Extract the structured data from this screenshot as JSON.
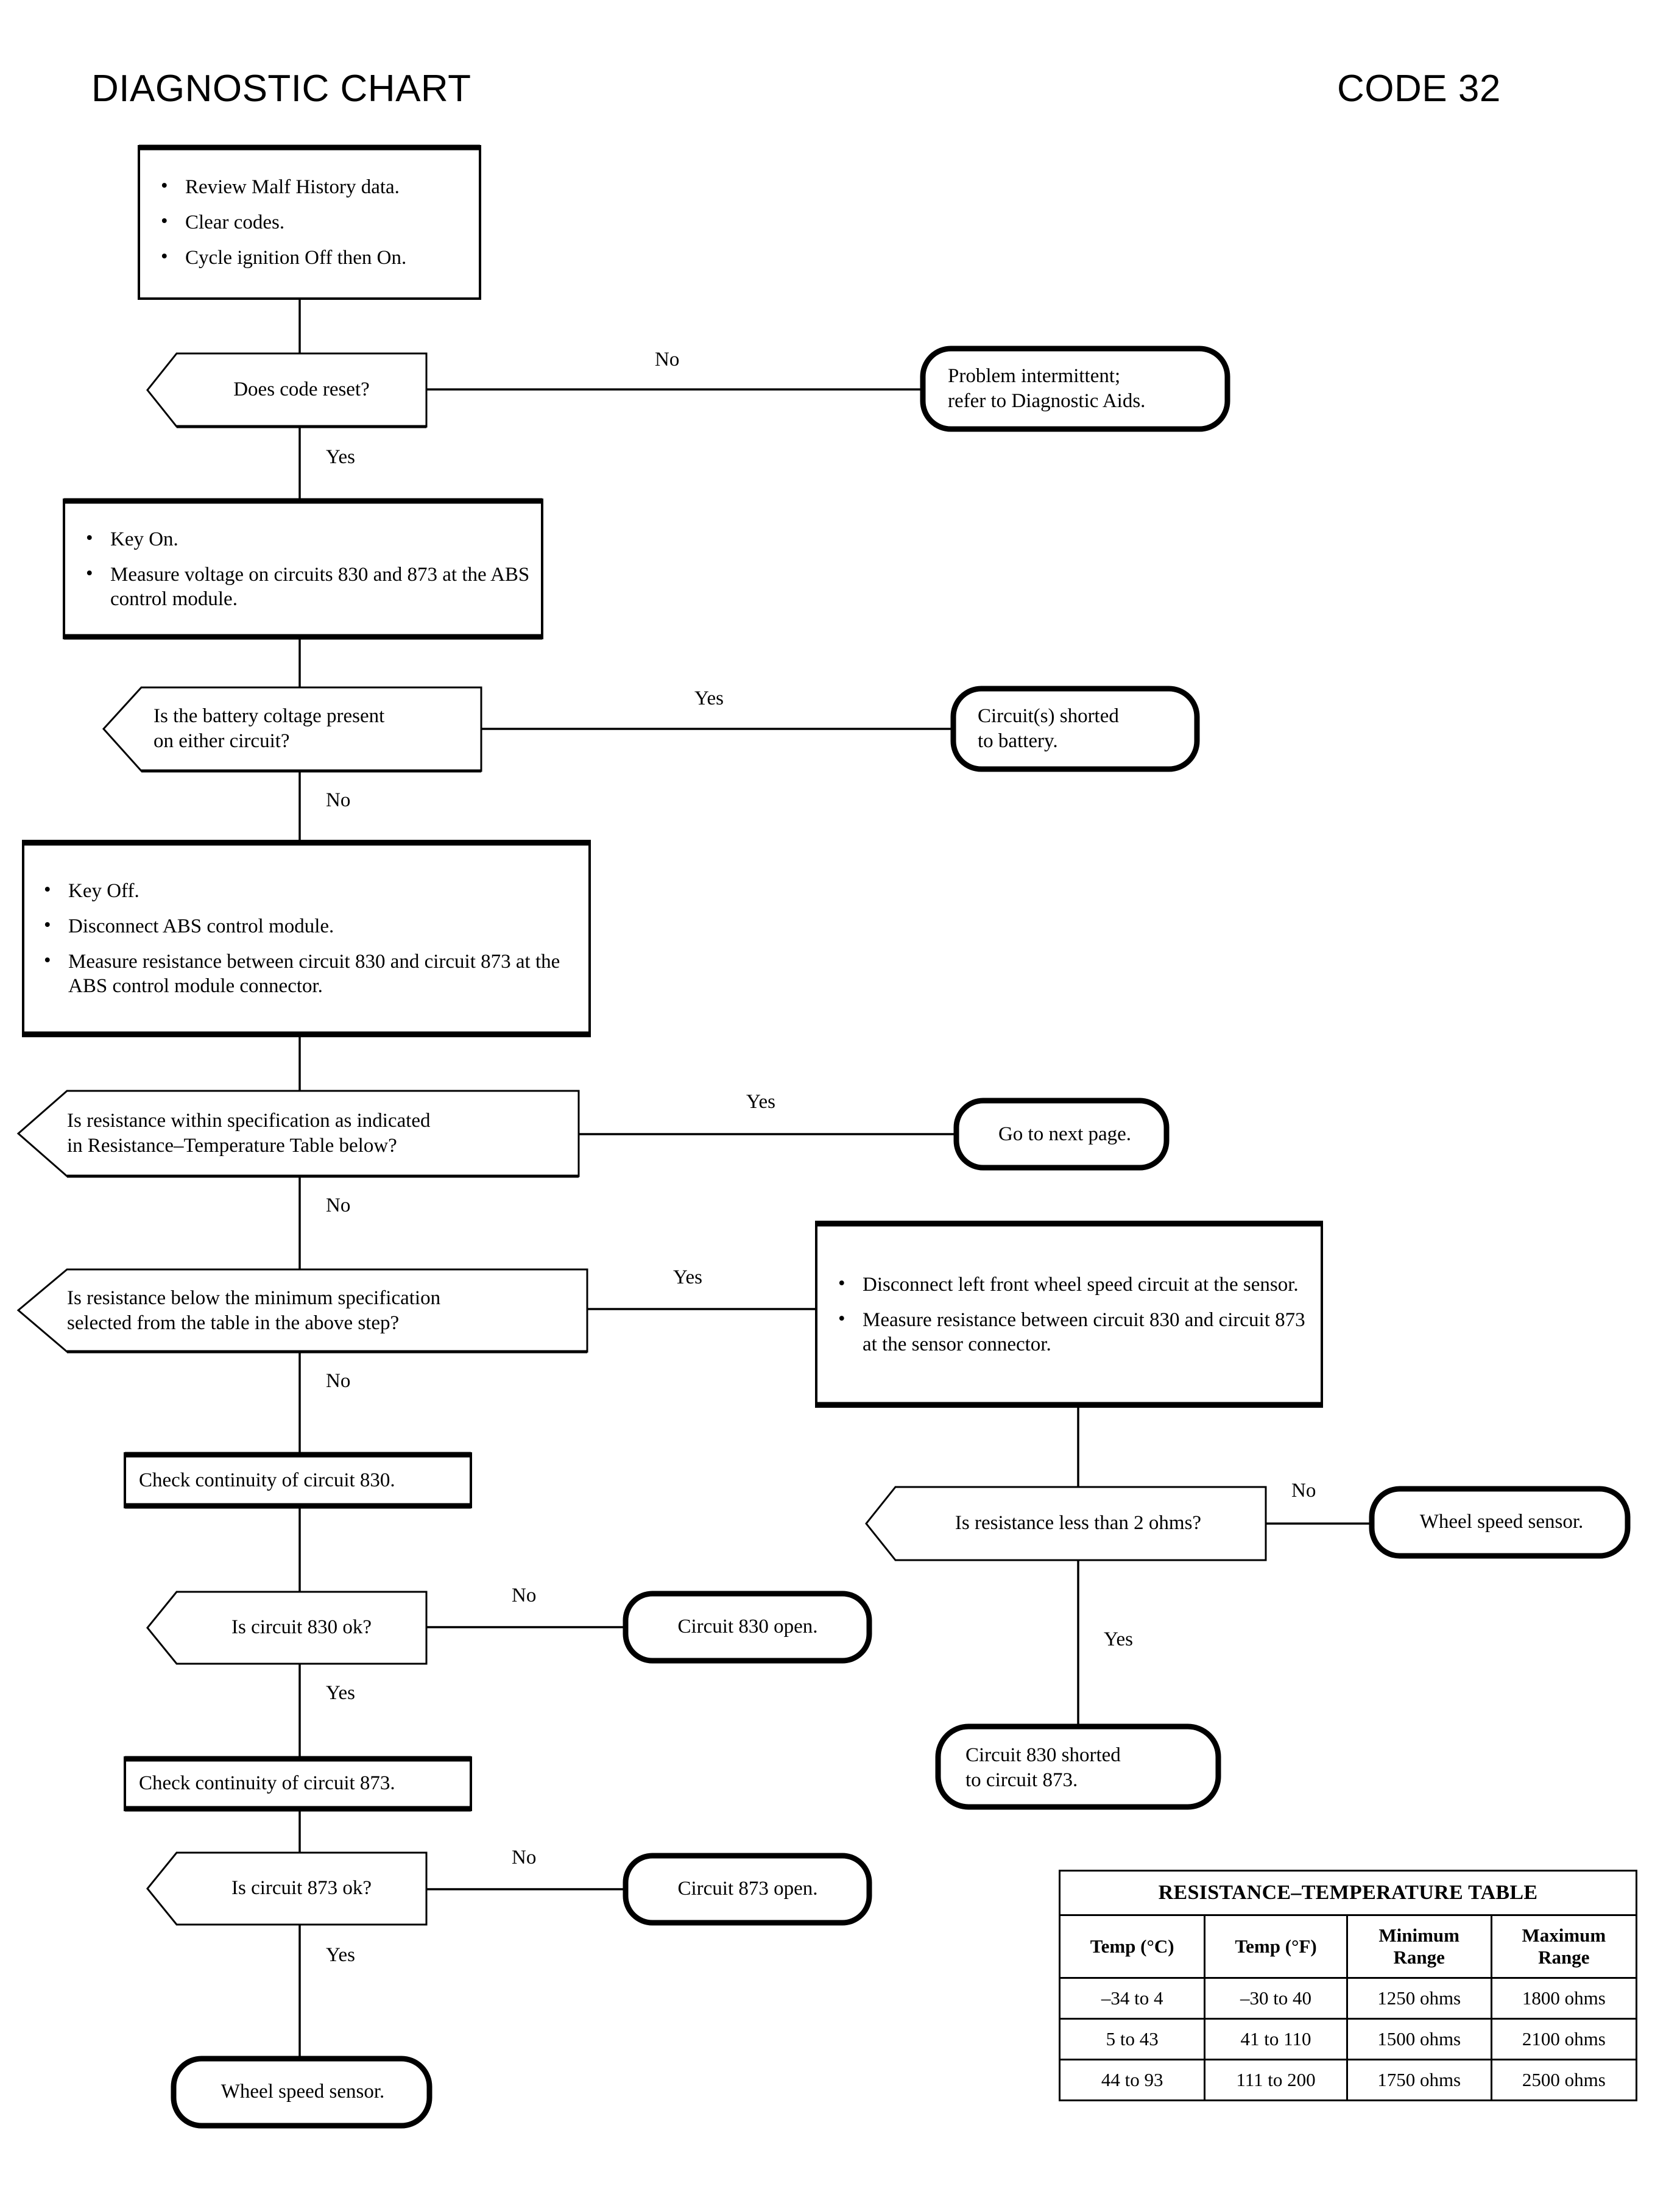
{
  "header": {
    "title": "DIAGNOSTIC CHART",
    "code": "CODE 32"
  },
  "nodes": {
    "start_steps": {
      "type": "process",
      "bullets": [
        "Review Malf History data.",
        "Clear codes.",
        "Cycle ignition Off then On."
      ]
    },
    "d_code_reset": {
      "type": "decision",
      "text": "Does code reset?"
    },
    "t_intermittent": {
      "type": "terminator",
      "line1": "Problem intermittent;",
      "line2": "refer to Diagnostic Aids."
    },
    "p_key_on": {
      "type": "process",
      "bullets": [
        "Key On.",
        "Measure voltage on circuits 830 and 873 at the ABS control module."
      ]
    },
    "d_batt_voltage": {
      "type": "decision",
      "line1": "Is the battery coltage present",
      "line2": "on either circuit?"
    },
    "t_shorted_batt": {
      "type": "terminator",
      "line1": "Circuit(s) shorted",
      "line2": "to battery."
    },
    "p_key_off": {
      "type": "process",
      "bullets": [
        "Key Off.",
        "Disconnect ABS control module.",
        "Measure resistance between circuit 830 and circuit 873 at the ABS control module connector."
      ]
    },
    "d_within_spec": {
      "type": "decision",
      "line1": "Is resistance within specification as indicated",
      "line2": "in Resistance–Temperature Table below?"
    },
    "t_next_page": {
      "type": "terminator",
      "line1": "Go to next page."
    },
    "d_below_min": {
      "type": "decision",
      "line1": "Is resistance below the minimum specification",
      "line2": "selected from the table in the above step?"
    },
    "p_disconnect_sensor": {
      "type": "process",
      "bullets": [
        "Disconnect left front wheel speed circuit at the sensor.",
        "Measure resistance between circuit 830 and circuit 873 at the sensor connector."
      ]
    },
    "p_check_830": {
      "type": "process",
      "line1": "Check continuity of circuit 830."
    },
    "d_830_ok": {
      "type": "decision",
      "text": "Is circuit 830 ok?"
    },
    "t_830_open": {
      "type": "terminator",
      "line1": "Circuit 830 open."
    },
    "p_check_873": {
      "type": "process",
      "line1": "Check continuity of circuit 873."
    },
    "d_873_ok": {
      "type": "decision",
      "text": "Is circuit 873 ok?"
    },
    "t_873_open": {
      "type": "terminator",
      "line1": "Circuit 873 open."
    },
    "t_wheel_sensor_left": {
      "type": "terminator",
      "line1": "Wheel speed sensor."
    },
    "d_less_2_ohms": {
      "type": "decision",
      "text": "Is resistance less than 2 ohms?"
    },
    "t_wheel_sensor_right": {
      "type": "terminator",
      "line1": "Wheel speed sensor."
    },
    "t_830_shorted_873": {
      "type": "terminator",
      "line1": "Circuit 830 shorted",
      "line2": "to circuit 873."
    }
  },
  "edge_labels": {
    "code_reset_no": "No",
    "code_reset_yes": "Yes",
    "batt_yes": "Yes",
    "batt_no": "No",
    "within_spec_yes": "Yes",
    "within_spec_no": "No",
    "below_min_yes": "Yes",
    "below_min_no": "No",
    "c830_no": "No",
    "c830_yes": "Yes",
    "c873_no": "No",
    "c873_yes": "Yes",
    "ohms_no": "No",
    "ohms_yes": "Yes"
  },
  "chart_data": {
    "type": "table",
    "title": "RESISTANCE–TEMPERATURE TABLE",
    "columns": [
      "Temp (°C)",
      "Temp (°F)",
      "Minimum Range",
      "Maximum Range"
    ],
    "column_lines": [
      [
        "Temp (°C)"
      ],
      [
        "Temp (°F)"
      ],
      [
        "Minimum",
        "Range"
      ],
      [
        "Maximum",
        "Range"
      ]
    ],
    "rows": [
      [
        "–34 to 4",
        "–30 to 40",
        "1250 ohms",
        "1800 ohms"
      ],
      [
        "5 to 43",
        "41 to 110",
        "1500 ohms",
        "2100 ohms"
      ],
      [
        "44 to 93",
        "111 to 200",
        "1750 ohms",
        "2500 ohms"
      ]
    ]
  }
}
